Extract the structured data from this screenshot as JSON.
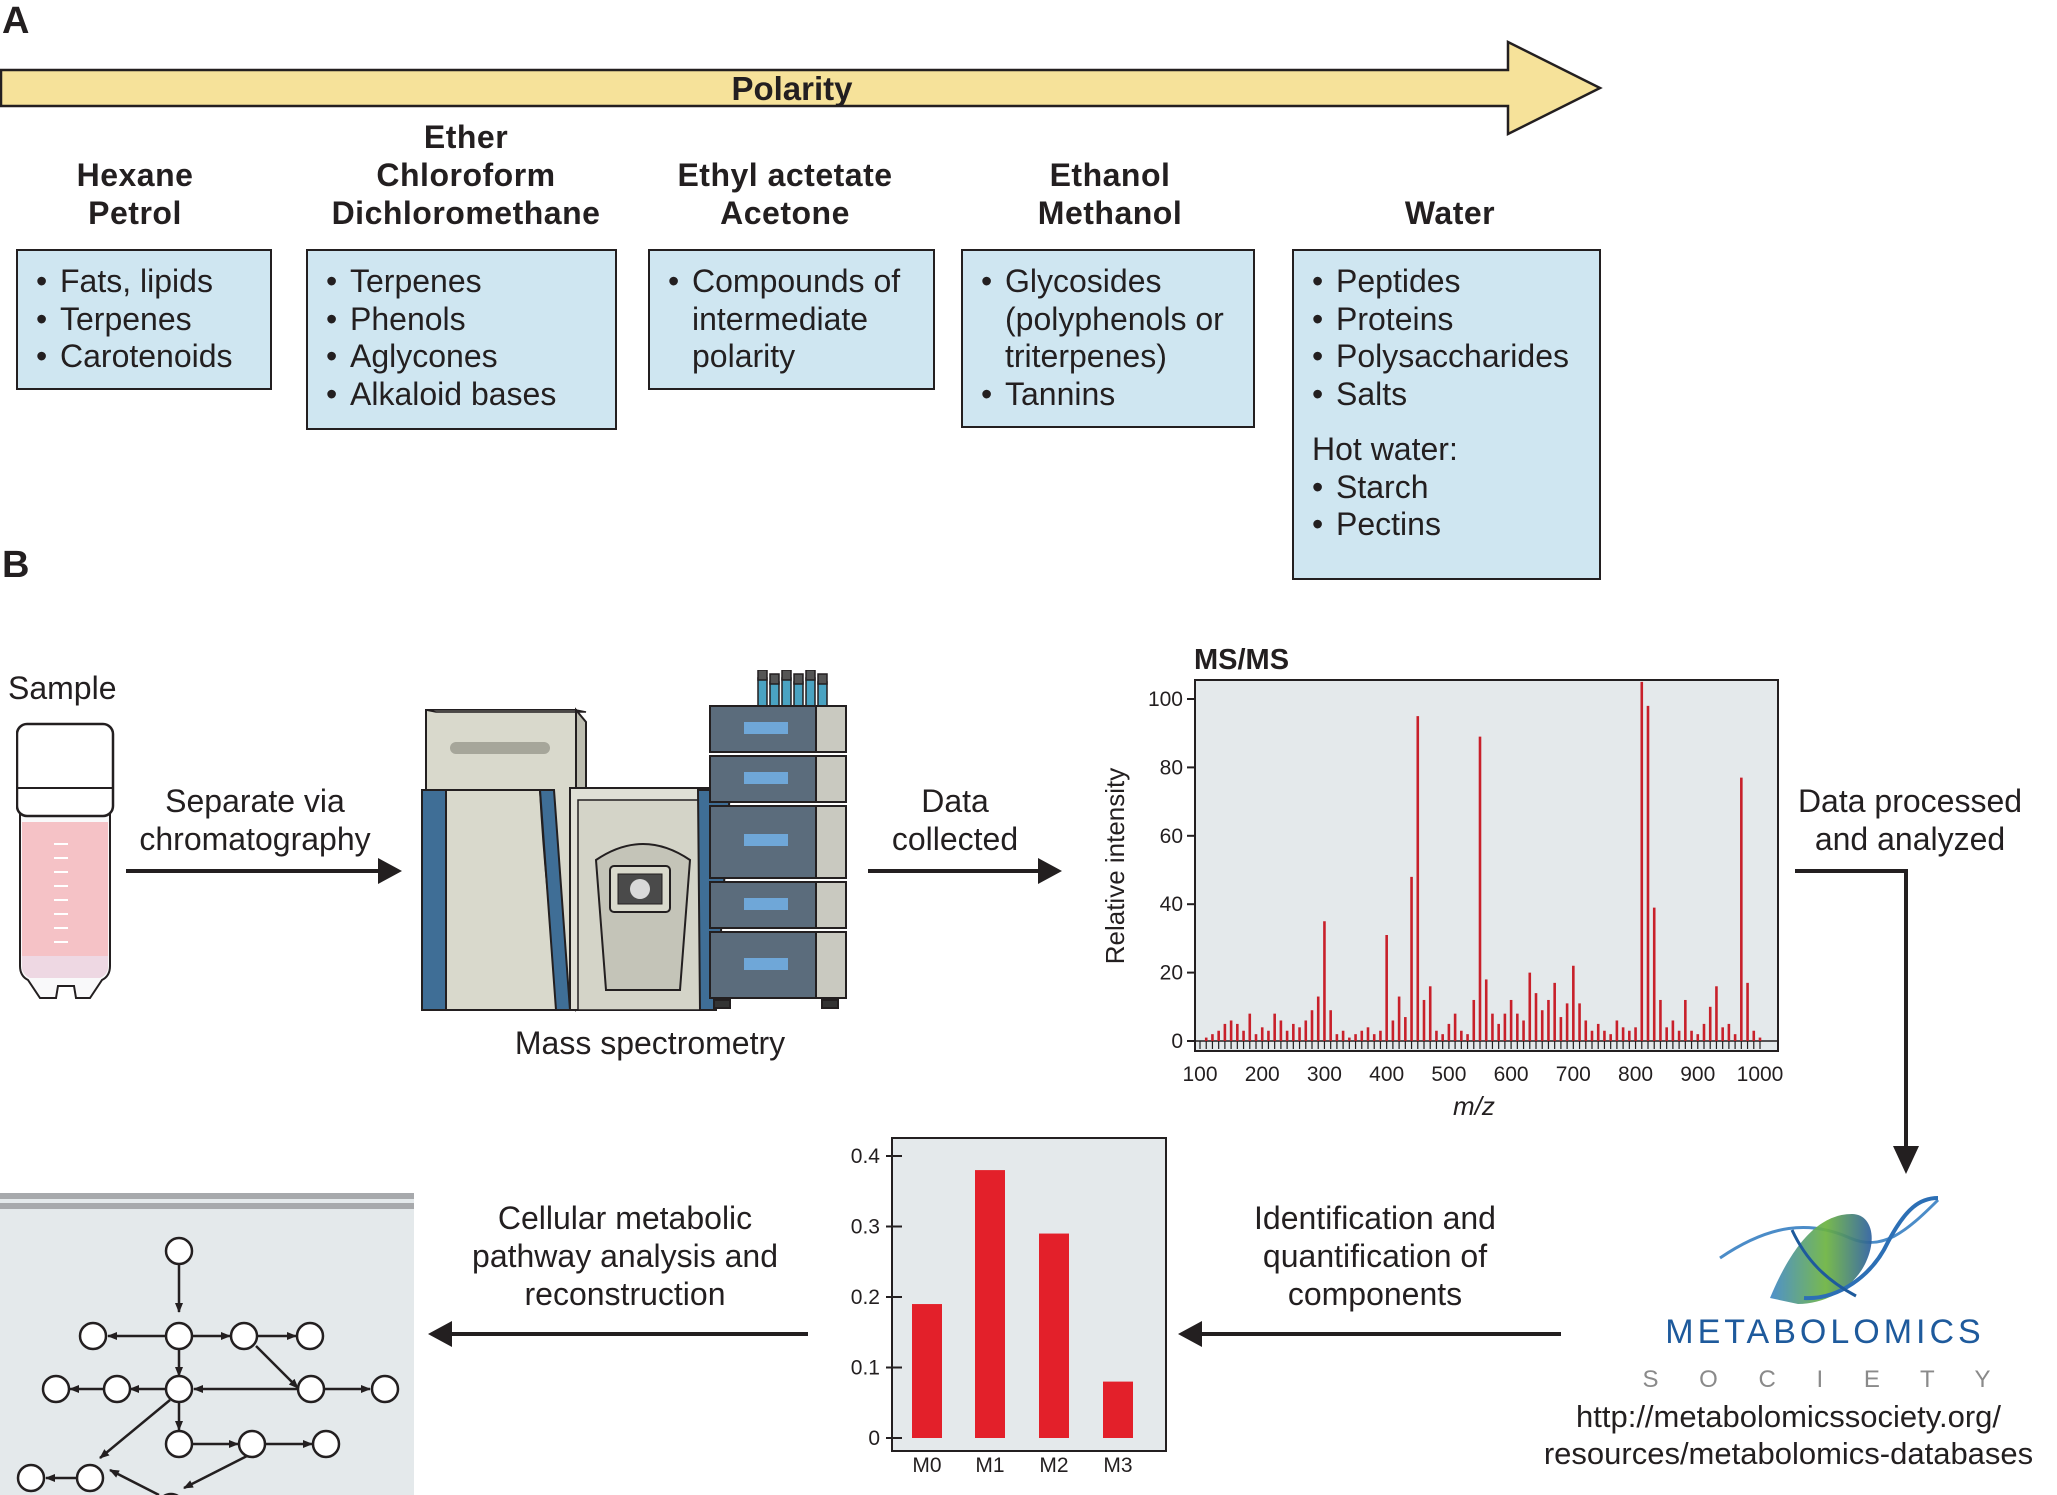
{
  "panel_a": {
    "letter": "A",
    "axis_label": "Polarity",
    "groups": [
      {
        "solvents": [
          "Hexane",
          "Petrol"
        ],
        "items": [
          "Fats, lipids",
          "Terpenes",
          "Carotenoids"
        ]
      },
      {
        "solvents": [
          "Ether",
          "Chloroform",
          "Dichloromethane"
        ],
        "items": [
          "Terpenes",
          "Phenols",
          "Aglycones",
          "Alkaloid bases"
        ]
      },
      {
        "solvents": [
          "Ethyl actetate",
          "Acetone"
        ],
        "items": [
          "Compounds of intermediate polarity"
        ]
      },
      {
        "solvents": [
          "Ethanol",
          "Methanol"
        ],
        "items": [
          "Glycosides (polyphenols or triterpenes)",
          "Tannins"
        ]
      },
      {
        "solvents": [
          "Water"
        ],
        "items": [
          "Peptides",
          "Proteins",
          "Polysaccharides",
          "Salts"
        ],
        "extra_heading": "Hot water:",
        "extra_items": [
          "Starch",
          "Pectins"
        ]
      }
    ]
  },
  "panel_b": {
    "letter": "B",
    "sample_label": "Sample",
    "step_separate": [
      "Separate via",
      "chromatography"
    ],
    "instrument_label": "Mass spectrometry",
    "step_collect": [
      "Data",
      "collected"
    ],
    "step_process": [
      "Data processed",
      "and analyzed"
    ],
    "step_identify": [
      "Identification and",
      "quantification of",
      "components"
    ],
    "step_pathway": [
      "Cellular metabolic",
      "pathway analysis and",
      "reconstruction"
    ],
    "logo_word": "METABOLOMICS",
    "logo_sub": "S O C I E T Y",
    "url_lines": [
      "http://metabolomicssociety.org/",
      "resources/metabolomics-databases"
    ]
  },
  "chart_data": [
    {
      "type": "bar",
      "title": "MS/MS",
      "xlabel": "m/z",
      "ylabel": "Relative intensity",
      "xlim": [
        100,
        1000
      ],
      "ylim": [
        0,
        100
      ],
      "xticks": [
        100,
        200,
        300,
        400,
        500,
        600,
        700,
        800,
        900,
        1000
      ],
      "yticks": [
        0,
        20,
        40,
        60,
        80,
        100
      ],
      "grid": false,
      "color": "#c8202a",
      "peaks": [
        {
          "x": 110,
          "y": 1
        },
        {
          "x": 120,
          "y": 2
        },
        {
          "x": 130,
          "y": 3
        },
        {
          "x": 140,
          "y": 5
        },
        {
          "x": 150,
          "y": 6
        },
        {
          "x": 160,
          "y": 5
        },
        {
          "x": 170,
          "y": 3
        },
        {
          "x": 180,
          "y": 8
        },
        {
          "x": 190,
          "y": 2
        },
        {
          "x": 200,
          "y": 4
        },
        {
          "x": 210,
          "y": 3
        },
        {
          "x": 220,
          "y": 8
        },
        {
          "x": 230,
          "y": 6
        },
        {
          "x": 240,
          "y": 3
        },
        {
          "x": 250,
          "y": 5
        },
        {
          "x": 260,
          "y": 4
        },
        {
          "x": 270,
          "y": 6
        },
        {
          "x": 280,
          "y": 9
        },
        {
          "x": 290,
          "y": 13
        },
        {
          "x": 300,
          "y": 35
        },
        {
          "x": 310,
          "y": 9
        },
        {
          "x": 320,
          "y": 2
        },
        {
          "x": 330,
          "y": 3
        },
        {
          "x": 340,
          "y": 1
        },
        {
          "x": 350,
          "y": 2
        },
        {
          "x": 360,
          "y": 3
        },
        {
          "x": 370,
          "y": 4
        },
        {
          "x": 380,
          "y": 2
        },
        {
          "x": 390,
          "y": 3
        },
        {
          "x": 400,
          "y": 31
        },
        {
          "x": 410,
          "y": 6
        },
        {
          "x": 420,
          "y": 13
        },
        {
          "x": 430,
          "y": 7
        },
        {
          "x": 440,
          "y": 48
        },
        {
          "x": 450,
          "y": 95
        },
        {
          "x": 460,
          "y": 12
        },
        {
          "x": 470,
          "y": 16
        },
        {
          "x": 480,
          "y": 3
        },
        {
          "x": 490,
          "y": 2
        },
        {
          "x": 500,
          "y": 5
        },
        {
          "x": 510,
          "y": 8
        },
        {
          "x": 520,
          "y": 3
        },
        {
          "x": 530,
          "y": 2
        },
        {
          "x": 540,
          "y": 12
        },
        {
          "x": 550,
          "y": 89
        },
        {
          "x": 560,
          "y": 18
        },
        {
          "x": 570,
          "y": 8
        },
        {
          "x": 580,
          "y": 5
        },
        {
          "x": 590,
          "y": 8
        },
        {
          "x": 600,
          "y": 12
        },
        {
          "x": 610,
          "y": 8
        },
        {
          "x": 620,
          "y": 6
        },
        {
          "x": 630,
          "y": 20
        },
        {
          "x": 640,
          "y": 14
        },
        {
          "x": 650,
          "y": 9
        },
        {
          "x": 660,
          "y": 12
        },
        {
          "x": 670,
          "y": 17
        },
        {
          "x": 680,
          "y": 7
        },
        {
          "x": 690,
          "y": 11
        },
        {
          "x": 700,
          "y": 22
        },
        {
          "x": 710,
          "y": 11
        },
        {
          "x": 720,
          "y": 6
        },
        {
          "x": 730,
          "y": 3
        },
        {
          "x": 740,
          "y": 5
        },
        {
          "x": 750,
          "y": 3
        },
        {
          "x": 760,
          "y": 2
        },
        {
          "x": 770,
          "y": 6
        },
        {
          "x": 780,
          "y": 4
        },
        {
          "x": 790,
          "y": 3
        },
        {
          "x": 800,
          "y": 4
        },
        {
          "x": 810,
          "y": 105
        },
        {
          "x": 820,
          "y": 98
        },
        {
          "x": 830,
          "y": 39
        },
        {
          "x": 840,
          "y": 12
        },
        {
          "x": 850,
          "y": 4
        },
        {
          "x": 860,
          "y": 6
        },
        {
          "x": 870,
          "y": 3
        },
        {
          "x": 880,
          "y": 12
        },
        {
          "x": 890,
          "y": 3
        },
        {
          "x": 900,
          "y": 2
        },
        {
          "x": 910,
          "y": 5
        },
        {
          "x": 920,
          "y": 10
        },
        {
          "x": 930,
          "y": 16
        },
        {
          "x": 940,
          "y": 4
        },
        {
          "x": 950,
          "y": 5
        },
        {
          "x": 960,
          "y": 2
        },
        {
          "x": 970,
          "y": 77
        },
        {
          "x": 980,
          "y": 17
        },
        {
          "x": 990,
          "y": 3
        },
        {
          "x": 1000,
          "y": 1
        }
      ]
    },
    {
      "type": "bar",
      "title": "",
      "xlabel": "",
      "ylabel": "",
      "categories": [
        "M0",
        "M1",
        "M2",
        "M3"
      ],
      "values": [
        0.19,
        0.38,
        0.29,
        0.08
      ],
      "ylim": [
        0,
        0.4
      ],
      "yticks": [
        "0",
        "0.1",
        "0.2",
        "0.3",
        "0.4"
      ],
      "grid": false,
      "color": "#e3202a"
    }
  ],
  "colors": {
    "arrow_fill": "#f6e29a",
    "box_fill": "#cfe6f1",
    "plot_bg": "#e4e9eb",
    "peak": "#c8202a",
    "bar": "#e3202a",
    "logo_blue": "#1e5a9c",
    "logo_green": "#6cb33f",
    "instrument_blue": "#3f6e96"
  }
}
